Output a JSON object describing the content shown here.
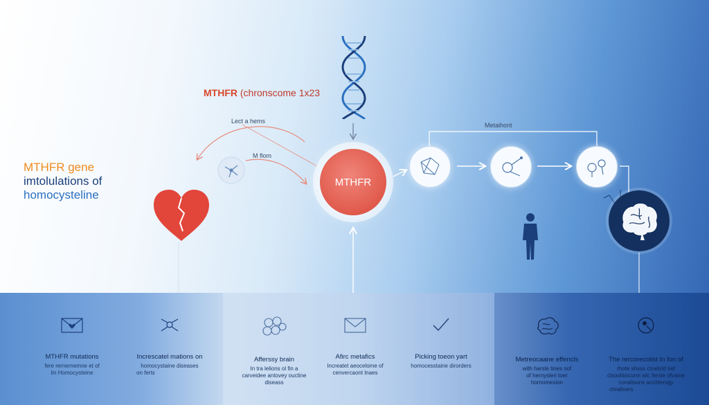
{
  "title": {
    "line1": "MTHFR gene",
    "line2": "imtolulations of",
    "line3": "homocysteline"
  },
  "chromosome_label": {
    "gene": "MTHFR",
    "rest": "(chronscome 1x23"
  },
  "center_node": {
    "label": "MTHFR"
  },
  "arrow_labels": {
    "top_left": "Lect a hems",
    "mid_left": "M flom",
    "pathway": "Metaihont"
  },
  "bottom_columns": [
    {
      "icon": "envelope-heart-icon",
      "head": "MTHFR mutations",
      "body": [
        "fere rernernemne et of",
        "lin Homocysteine"
      ]
    },
    {
      "icon": "molecule-icon",
      "head": "Increscatel mations on",
      "body": [
        "homocystaine diseases",
        "on ferts"
      ]
    },
    {
      "icon": "cells-cluster-icon",
      "head": "Afferssy brain",
      "body": [
        "In tra lelions ol fin a",
        "carveidee antovey ouctine",
        "diseass"
      ]
    },
    {
      "icon": "envelope-icon",
      "head": "Afirc metafics",
      "body": [
        "Increatet aeocelome of",
        "cenvercaont lnaes"
      ]
    },
    {
      "icon": "checkmark-icon",
      "head": "Picking toeon yart",
      "body": [
        "homocesstaine dirorders"
      ]
    },
    {
      "icon": "brain-icon",
      "head": "Metreocaane effencls",
      "body": [
        "with harsle tines oof",
        "of hernysleri toer",
        "hornomesion"
      ]
    },
    {
      "icon": "head-profile-icon",
      "head": "The rercorecolist In fon of",
      "body": [
        "rhote shsss ctrailstd lod",
        "clsoolitsicurm wlc ferste ofvaine",
        "conalisons anchtersgy",
        "chraliners"
      ]
    }
  ],
  "colors": {
    "accent_orange": "#f08a1e",
    "accent_red": "#e05a4c",
    "navy": "#13305f",
    "dna_blue": "#2a6fc0"
  }
}
